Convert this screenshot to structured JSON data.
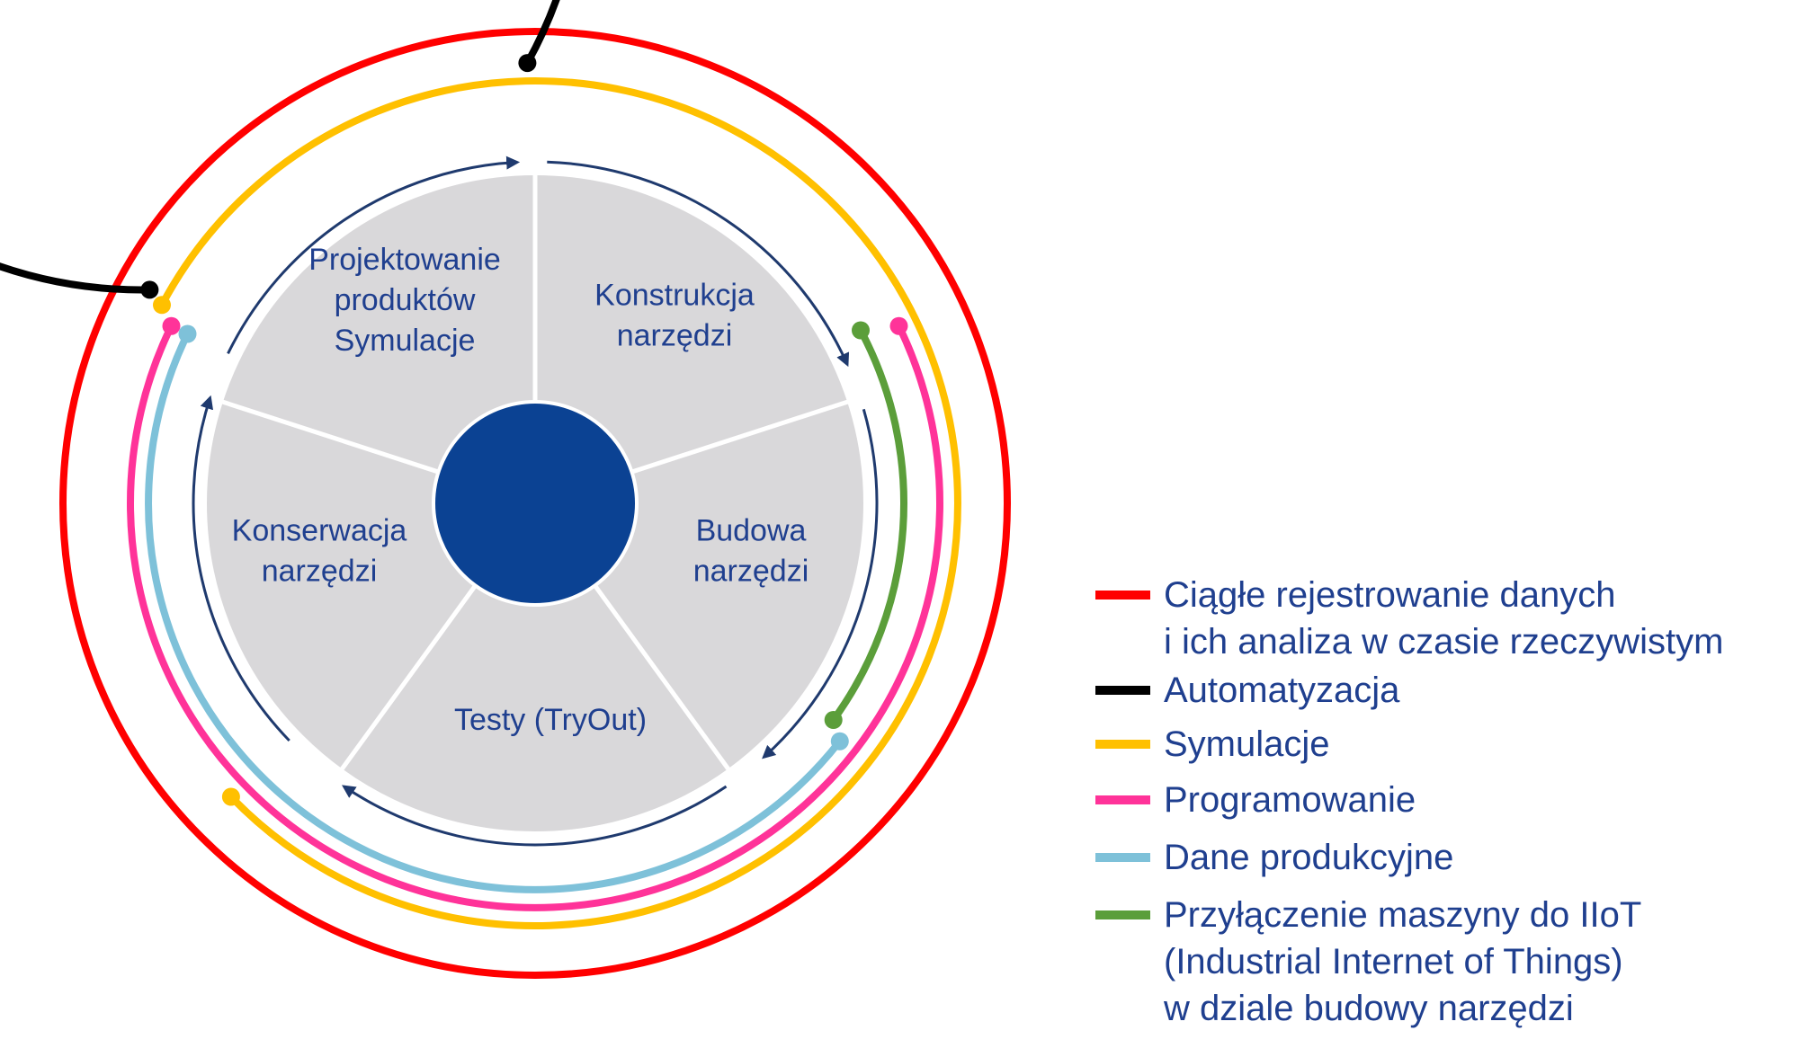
{
  "diagram": {
    "segments": [
      {
        "id": "design",
        "lines": [
          "Projektowanie",
          "produktów",
          "Symulacje"
        ]
      },
      {
        "id": "construction",
        "lines": [
          "Konstrukcja",
          "narzędzi"
        ]
      },
      {
        "id": "building",
        "lines": [
          "Budowa",
          "narzędzi"
        ]
      },
      {
        "id": "tests",
        "lines": [
          "Testy (TryOut)"
        ]
      },
      {
        "id": "maintenance",
        "lines": [
          "Konserwacja",
          "narzędzi"
        ]
      }
    ],
    "center_color": "#0b4293",
    "segment_fill": "#d9d8da",
    "label_color": "#1f3f8f",
    "arrow_color": "#1f3a6e"
  },
  "legend": {
    "items": [
      {
        "id": "continuous-data",
        "color": "#ff0000",
        "lines": [
          "Ciągłe rejestrowanie danych",
          "i ich analiza w czasie rzeczywistym"
        ]
      },
      {
        "id": "automation",
        "color": "#000000",
        "lines": [
          "Automatyzacja"
        ]
      },
      {
        "id": "simulation",
        "color": "#ffc000",
        "lines": [
          "Symulacje"
        ]
      },
      {
        "id": "programming",
        "color": "#ff3399",
        "lines": [
          "Programowanie"
        ]
      },
      {
        "id": "production-data",
        "color": "#7ec1d9",
        "lines": [
          "Dane produkcyjne"
        ]
      },
      {
        "id": "iiot",
        "color": "#5b9e3a",
        "lines": [
          "Przyłączenie maszyny do IIoT",
          "(Industrial Internet of Things)",
          "w dziale budowy narzędzi"
        ]
      }
    ]
  }
}
